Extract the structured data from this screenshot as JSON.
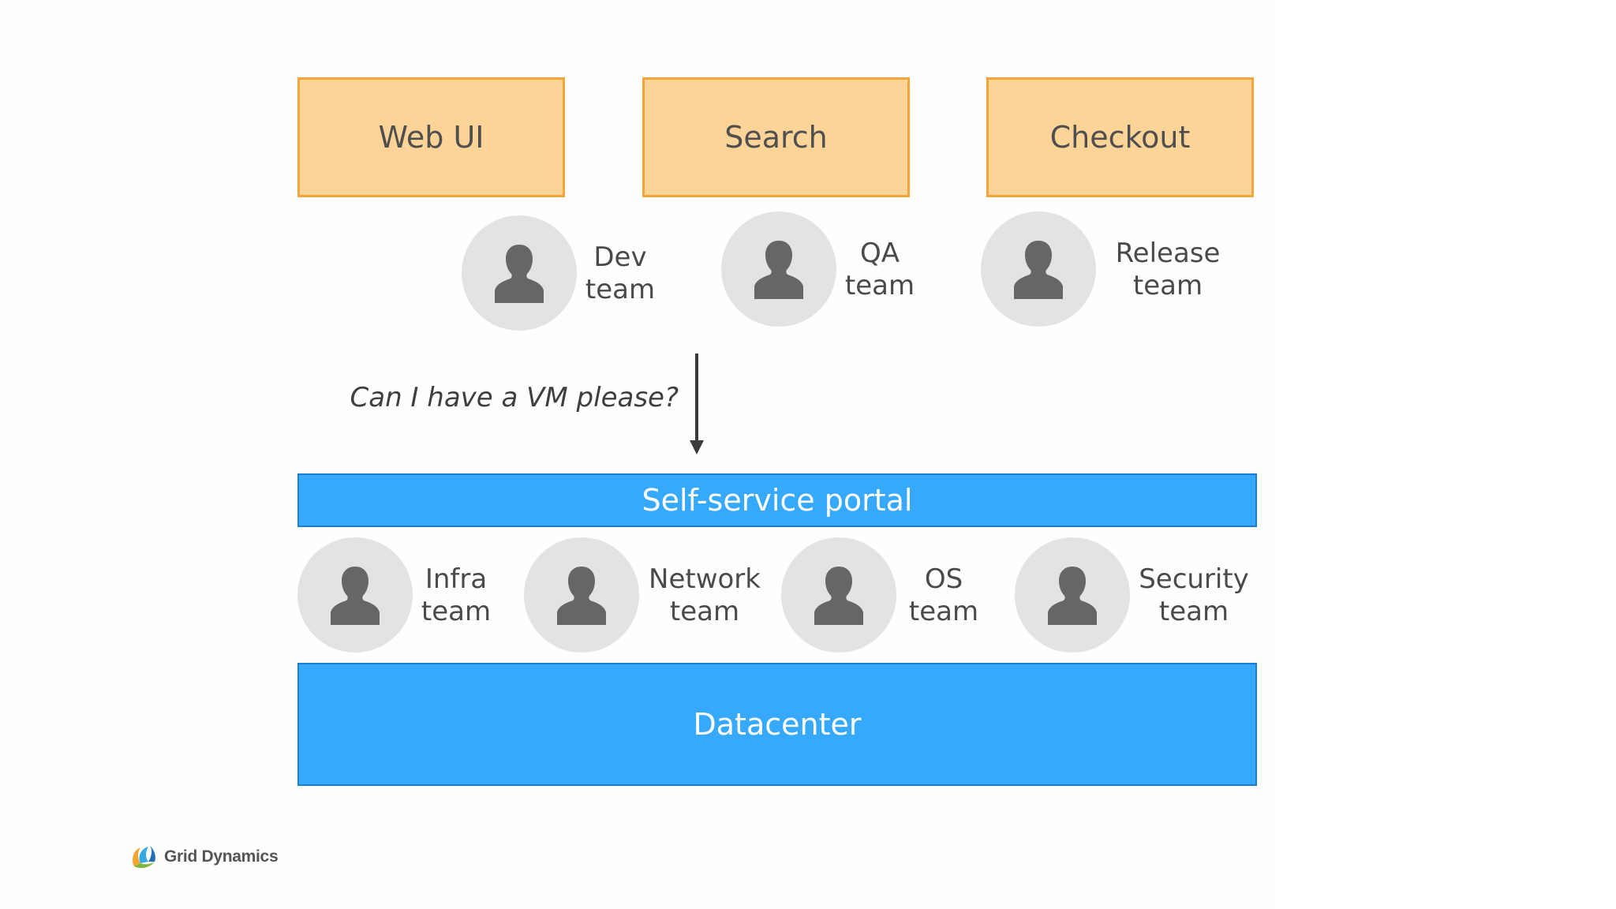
{
  "apps": [
    {
      "label": "Web UI"
    },
    {
      "label": "Search"
    },
    {
      "label": "Checkout"
    }
  ],
  "top_teams": [
    {
      "line1": "Dev",
      "line2": "team"
    },
    {
      "line1": "QA",
      "line2": "team"
    },
    {
      "line1": "Release",
      "line2": "team"
    }
  ],
  "request_text": "Can I have a VM please?",
  "portal": {
    "label": "Self-service portal"
  },
  "ops_teams": [
    {
      "line1": "Infra",
      "line2": "team"
    },
    {
      "line1": "Network",
      "line2": "team"
    },
    {
      "line1": "OS",
      "line2": "team"
    },
    {
      "line1": "Security",
      "line2": "team"
    }
  ],
  "datacenter": {
    "label": "Datacenter"
  },
  "logo": {
    "text": "Grid Dynamics",
    "icon": "grid-dynamics-logo-icon"
  },
  "colors": {
    "app_fill": "#fdd497",
    "app_border": "#f3a537",
    "bar_fill": "#37a9fc",
    "avatar_bg": "#e3e2e4",
    "person_icon": "#666666"
  }
}
